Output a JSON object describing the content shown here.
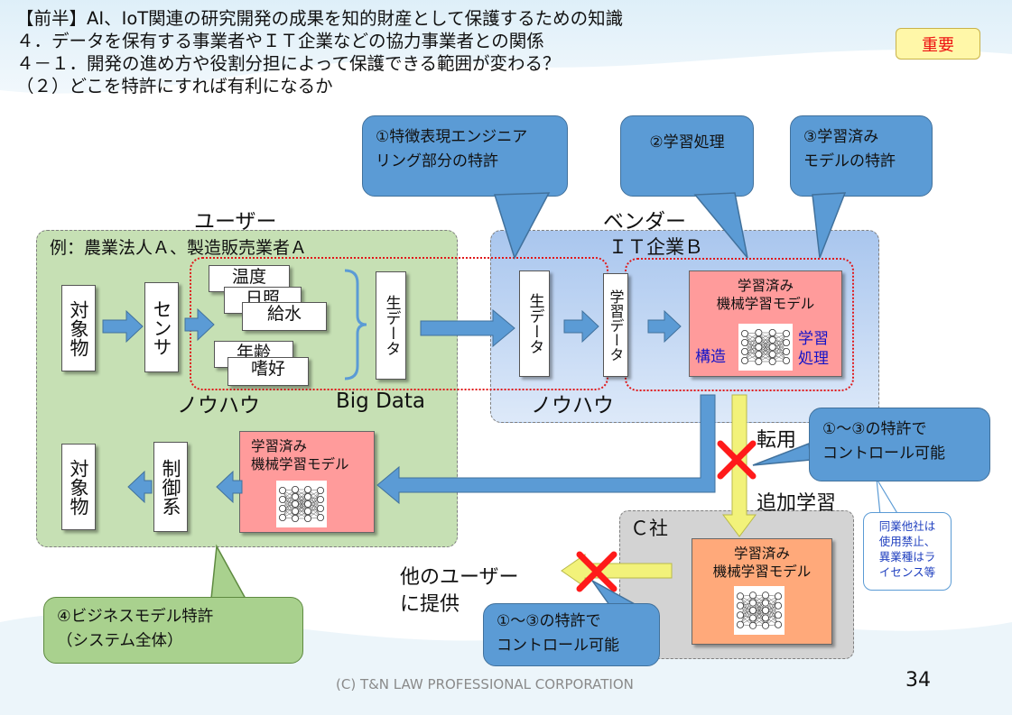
{
  "header": {
    "lines": [
      "【前半】AI、IoT関連の研究開発の成果を知的財産として保護するための知識",
      "４．データを保有する事業者やＩＴ企業などの協力事業者との関係",
      "４－１．開発の進め方や役割分担によって保護できる範囲が変わる？",
      "（２）どこを特許にすれば有利になるか"
    ],
    "badge": "重要"
  },
  "callouts": {
    "c1": [
      "①特徴表現エンジニア",
      "リング部分の特許"
    ],
    "c2": "②学習処理",
    "c3": [
      "③学習済み",
      "モデルの特許"
    ],
    "c4": [
      "①～③の特許で",
      "コントロール可能"
    ],
    "c5": [
      "①～③の特許で",
      "コントロール可能"
    ],
    "c6": [
      "④ビジネスモデル特許",
      "（システム全体）"
    ]
  },
  "note": [
    "同業他社は",
    "使用禁止、",
    "異業種はラ",
    "イセンス等"
  ],
  "user": {
    "heading": "ユーザー",
    "group_label": "例：農業法人Ａ、製造販売業者Ａ",
    "target": "対象物",
    "sensor": "センサ",
    "data_items": [
      "温度",
      "日照",
      "給水",
      "年齢",
      "嗜好"
    ],
    "raw_data": "生データ",
    "knowhow": "ノウハウ",
    "bigdata": "Big Data",
    "control": "制御系",
    "target2": "対象物",
    "model_title": [
      "学習済み",
      "機械学習モデル"
    ]
  },
  "vendor": {
    "heading": "ベンダー",
    "group_label": "ＩＴ企業Ｂ",
    "raw_data": "生データ",
    "train_data": "学習データ",
    "model_title": [
      "学習済み",
      "機械学習モデル"
    ],
    "structure": "構造",
    "training": [
      "学習",
      "処理"
    ],
    "knowhow": "ノウハウ"
  },
  "company_c": {
    "label": "Ｃ社",
    "model_title": [
      "学習済み",
      "機械学習モデル"
    ]
  },
  "flow_labels": {
    "reuse": "転用",
    "additional": "追加学習",
    "provide": [
      "他のユーザー",
      "に提供"
    ]
  },
  "footer": {
    "copyright": "(C) T&N LAW PROFESSIONAL CORPORATION",
    "page": "34"
  },
  "colors": {
    "callout_blue": "#5b9bd5",
    "arrow_blue": "#5b9bd5",
    "arrow_yellow": "#f2f27a",
    "cross_red": "#ff1a1a",
    "dotted_red": "#e0191b",
    "model_pink": "#ff9b9b",
    "model_orange": "#ffa97a"
  }
}
